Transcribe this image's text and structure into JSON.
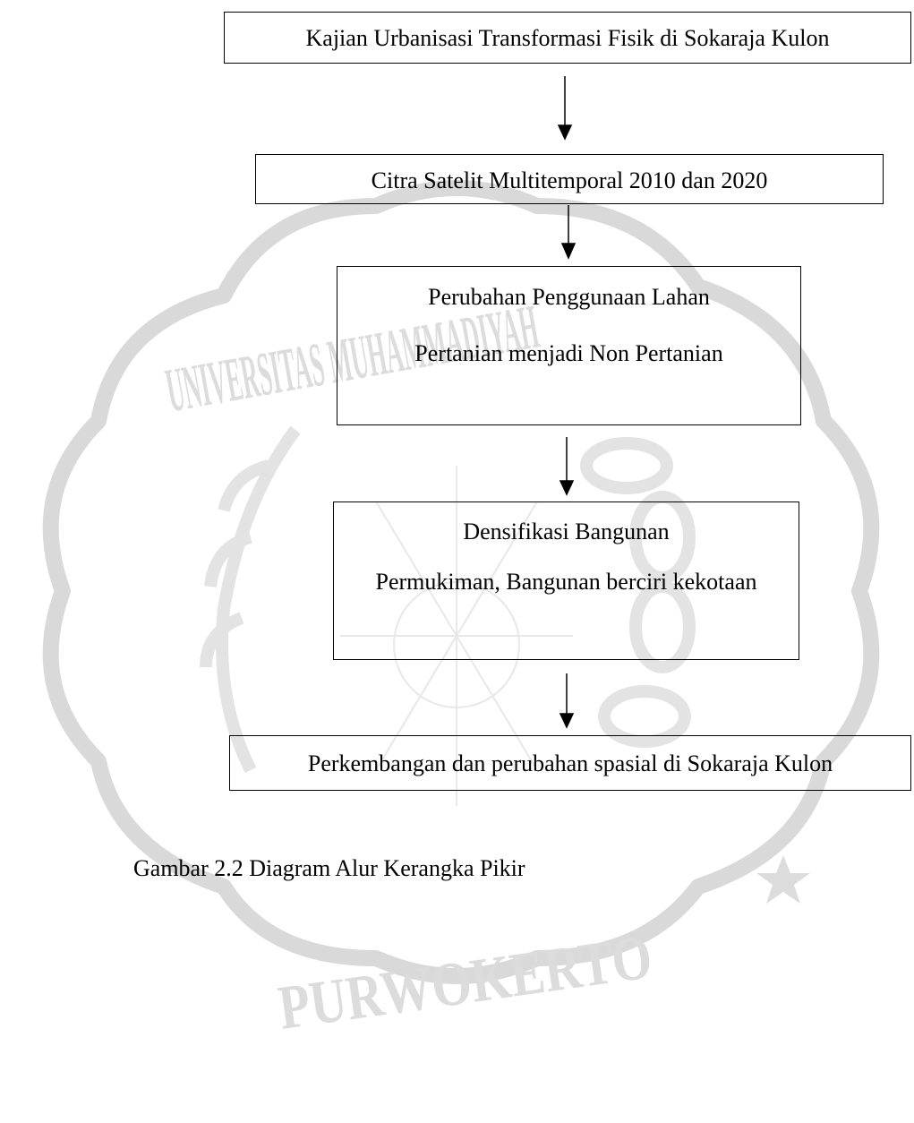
{
  "diagram": {
    "step_1": "Kajian Urbanisasi Transformasi Fisik di Sokaraja Kulon",
    "step_2": "Citra Satelit Multitemporal 2010 dan 2020",
    "step_3": {
      "title": "Perubahan Penggunaan Lahan",
      "detail": "Pertanian menjadi Non Pertanian"
    },
    "step_4": {
      "title": "Densifikasi Bangunan",
      "detail": "Permukiman, Bangunan berciri kekotaan"
    },
    "step_5": "Perkembangan dan perubahan spasial di Sokaraja Kulon"
  },
  "caption": "Gambar 2.2 Diagram Alur Kerangka Pikir",
  "watermark": {
    "text_top": "UNIVERSITAS MUHAMMADIYAH",
    "text_bottom": "PURWOKERTO",
    "color": "#d9d9d9"
  }
}
